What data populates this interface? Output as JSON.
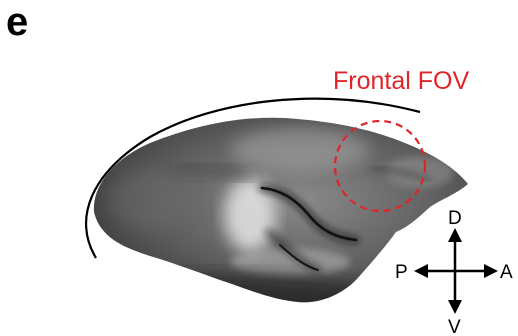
{
  "panel_label": "e",
  "fov": {
    "label": "Frontal FOV",
    "color": "#e0242a"
  },
  "orientation": {
    "dorsal": "D",
    "ventral": "V",
    "posterior": "P",
    "anterior": "A"
  },
  "colors": {
    "brain_dark": "#3a3a3a",
    "brain_light": "#d8d8d8",
    "outline": "#000000"
  }
}
